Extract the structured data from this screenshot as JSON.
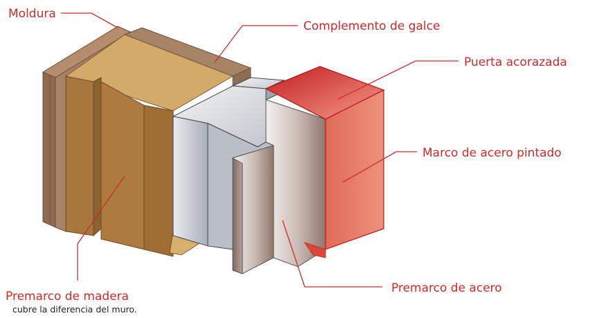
{
  "labels": {
    "moldura": "Moldura",
    "complemento": "Complemento de galce",
    "puerta": "Puerta acorazada",
    "marco": "Marco de acero pintado",
    "premarco_acero": "Premarco de acero",
    "premarco_madera": "Premarco de madera",
    "premarco_madera_note": "cubre la diferencia del muro."
  },
  "colors": {
    "label": "#cf2a2a",
    "moldura": "#a07a5c",
    "complemento": "#d2a868",
    "wood": "#a8763a",
    "steel": "#c9cdd6",
    "premarco_acero": "#b9a6a0",
    "door_front": "#e6806c",
    "door_top": "#d9322c"
  }
}
